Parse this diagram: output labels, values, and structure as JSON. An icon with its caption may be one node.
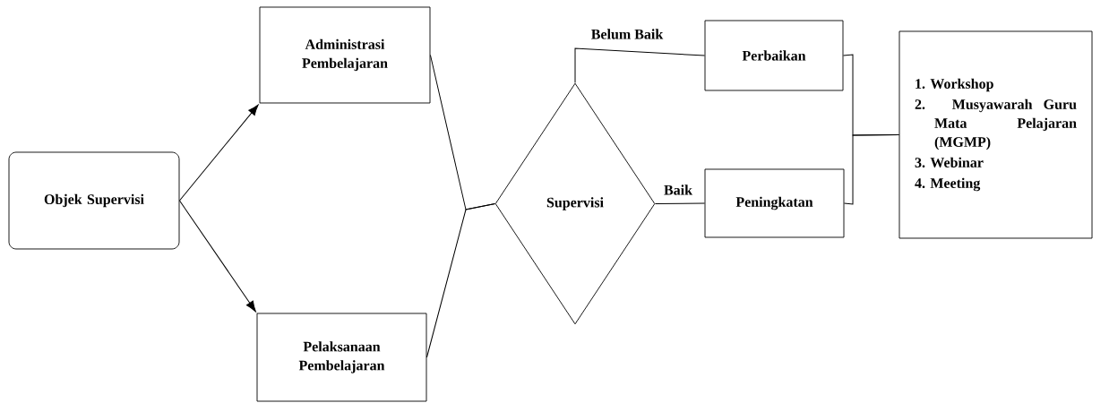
{
  "diagram": {
    "nodes": [
      {
        "text": [
          "Objek Supervisi"
        ]
      },
      {
        "text": [
          "Administrasi Pembelajaran"
        ]
      },
      {
        "text": [
          "Pelaksanaan Pembelajaran"
        ]
      },
      {
        "text": [
          "Supervisi"
        ]
      },
      {
        "text": [
          "Perbaikan"
        ]
      },
      {
        "text": [
          "Peningkatan"
        ]
      },
      {
        "text": [
          "1. Workshop",
          "2. Musyawarah Guru Mata Pelajaran (MGMP)",
          "3. Webinar",
          "4. Meeting"
        ]
      }
    ],
    "edges": [
      {
        "from": 0,
        "to": 1,
        "arrow": "to"
      },
      {
        "from": 0,
        "to": 2,
        "arrow": "to"
      },
      {
        "from": 1,
        "to": 3,
        "arrow": "none"
      },
      {
        "from": 2,
        "to": 3,
        "arrow": "none"
      },
      {
        "from": 3,
        "to": 4,
        "arrow": "none",
        "label": "Belum Baik"
      },
      {
        "from": 3,
        "to": 5,
        "arrow": "none",
        "label": "Baik"
      },
      {
        "from": 4,
        "to": 6,
        "arrow": "none"
      },
      {
        "from": 5,
        "to": 6,
        "arrow": "none"
      }
    ]
  }
}
